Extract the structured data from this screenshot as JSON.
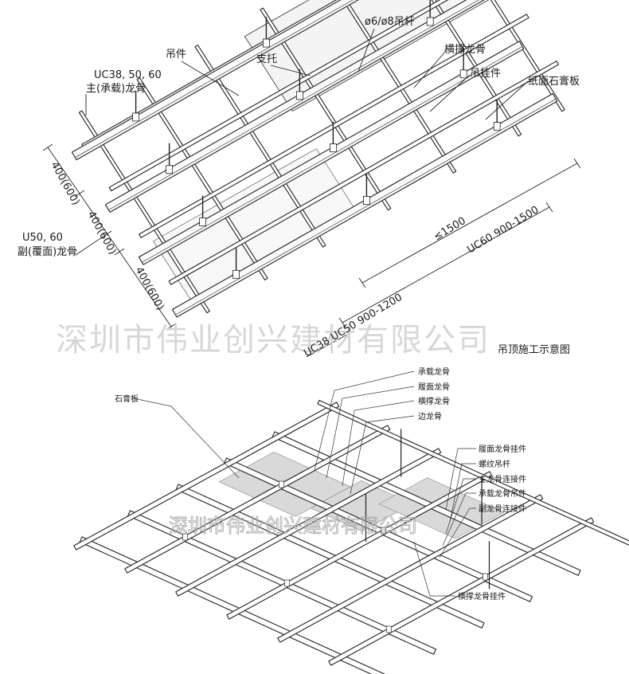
{
  "top_diagram": {
    "labels": {
      "rod": "ø6/ø8吊杆",
      "hanger": "吊件",
      "bracket": "支托",
      "cross_runner": "横撑龙骨",
      "clip": "吊挂件",
      "gypsum_board": "纸面石膏板",
      "main_spec": "UC38, 50, 60",
      "main_runner": "主(承载)龙骨",
      "sub_spec": "U50, 60",
      "sub_runner": "副(覆面)龙骨",
      "dim_400_a": "400(600)",
      "dim_400_b": "400(600)",
      "dim_400_c": "400(600)",
      "dim_1500": "≤1500",
      "dim_uc60": "UC60  900-1500",
      "dim_uc50": "UC38 UC50  900-1200"
    },
    "caption": "吊顶施工示意图",
    "watermark": "深圳市伟业创兴建材有限公司"
  },
  "bottom_diagram": {
    "labels": {
      "gypsum": "石膏板",
      "load_runner": "承载龙骨",
      "face_runner": "履面龙骨",
      "cross_runner": "横撑龙骨",
      "edge_runner": "边龙骨",
      "face_hanger": "履面龙骨挂件",
      "thread_rod": "螺纹吊杆",
      "main_connector": "主龙骨连接件",
      "load_hanger": "承载龙骨吊件",
      "sub_connector": "副龙骨连接件",
      "cross_hanger": "横撑龙骨挂件"
    },
    "watermark": "深圳市伟业创兴建材有限公司"
  }
}
